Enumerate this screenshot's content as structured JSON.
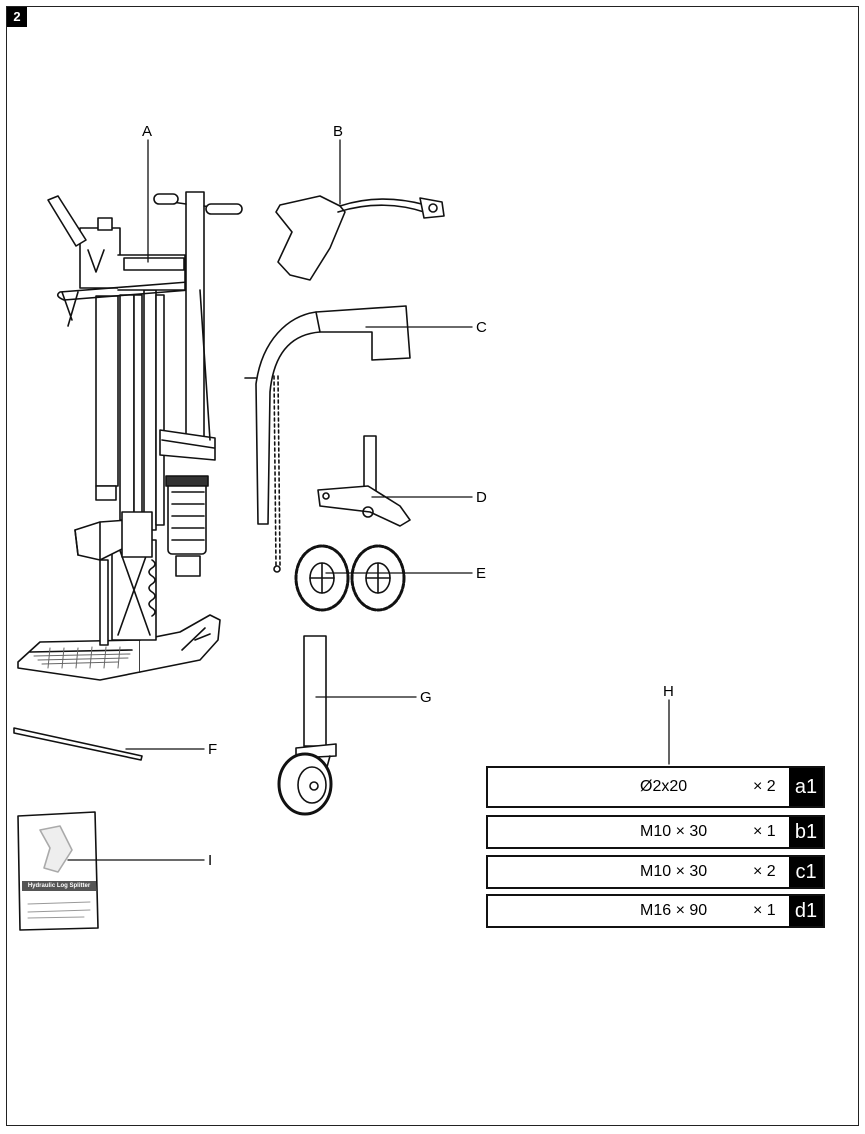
{
  "page_number": "2",
  "labels": {
    "A": "A",
    "B": "B",
    "C": "C",
    "D": "D",
    "E": "E",
    "F": "F",
    "G": "G",
    "H": "H",
    "I": "I"
  },
  "manual_title": "Hydraulic Log Splitter",
  "hardware": [
    {
      "spec": "Ø2x20",
      "qty": "× 2",
      "code": "a1",
      "icon": "cotter-pin-icon"
    },
    {
      "spec": "M10 × 30",
      "qty": "× 1",
      "code": "b1",
      "icon": "bolt-washer-nut-icon"
    },
    {
      "spec": "M10 × 30",
      "qty": "× 2",
      "code": "c1",
      "icon": "bolt-nut-icon"
    },
    {
      "spec": "M16 × 90",
      "qty": "× 1",
      "code": "d1",
      "icon": "long-bolt-washer-nut-icon"
    }
  ]
}
